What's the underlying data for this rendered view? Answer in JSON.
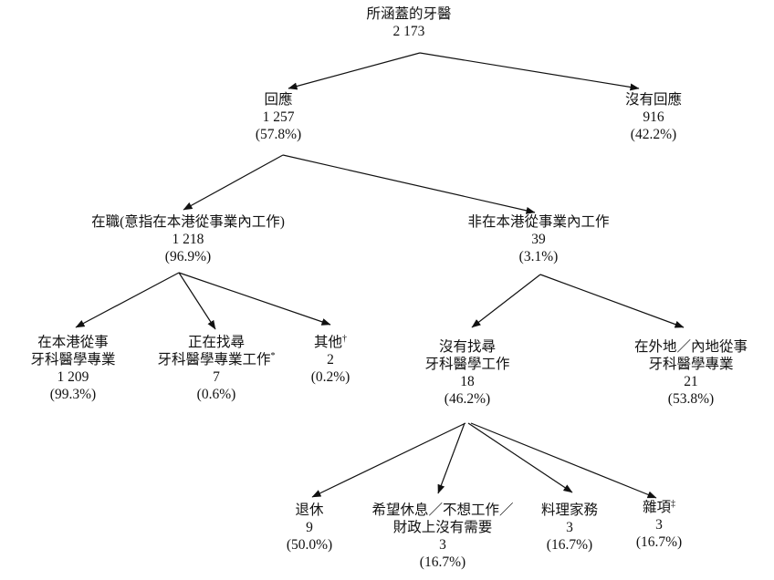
{
  "nodes": {
    "root": {
      "label": "所涵蓋的牙醫",
      "count": "2 173"
    },
    "responded": {
      "label": "回應",
      "count": "1 257",
      "percent": "(57.8%)"
    },
    "no_response": {
      "label": "沒有回應",
      "count": "916",
      "percent": "(42.2%)"
    },
    "working": {
      "label": "在職(意指在本港從事業內工作)",
      "count": "1 218",
      "percent": "(96.9%)"
    },
    "not_local": {
      "label": "非在本港從事業內工作",
      "count": "39",
      "percent": "(3.1%)"
    },
    "practising_local": {
      "label_line1": "在本港從事",
      "label_line2": "牙科醫學專業",
      "count": "1 209",
      "percent": "(99.3%)"
    },
    "seeking": {
      "label_line1": "正在找尋",
      "label_line2": "牙科醫學專業工作",
      "note_mark": "*",
      "count": "7",
      "percent": "(0.6%)"
    },
    "others": {
      "label": "其他",
      "note_mark": "†",
      "count": "2",
      "percent": "(0.2%)"
    },
    "not_seeking": {
      "label_line1": "沒有找尋",
      "label_line2": "牙科醫學工作",
      "count": "18",
      "percent": "(46.2%)"
    },
    "practising_elsewhere": {
      "label_line1": "在外地／內地從事",
      "label_line2": "牙科醫學專業",
      "count": "21",
      "percent": "(53.8%)"
    },
    "retired": {
      "label": "退休",
      "count": "9",
      "percent": "(50.0%)"
    },
    "rest_no_need": {
      "label_line1": "希望休息／不想工作／",
      "label_line2": "財政上沒有需要",
      "count": "3",
      "percent": "(16.7%)"
    },
    "housework": {
      "label": "料理家務",
      "count": "3",
      "percent": "(16.7%)"
    },
    "miscellaneous": {
      "label": "雜項",
      "note_mark": "‡",
      "count": "3",
      "percent": "(16.7%)"
    }
  },
  "edges": [
    {
      "from": "root",
      "to": "responded"
    },
    {
      "from": "root",
      "to": "no_response"
    },
    {
      "from": "responded",
      "to": "working"
    },
    {
      "from": "responded",
      "to": "not_local"
    },
    {
      "from": "working",
      "to": "practising_local"
    },
    {
      "from": "working",
      "to": "seeking"
    },
    {
      "from": "working",
      "to": "others"
    },
    {
      "from": "not_local",
      "to": "not_seeking"
    },
    {
      "from": "not_local",
      "to": "practising_elsewhere"
    },
    {
      "from": "not_seeking",
      "to": "retired"
    },
    {
      "from": "not_seeking",
      "to": "rest_no_need"
    },
    {
      "from": "not_seeking",
      "to": "housework"
    },
    {
      "from": "not_seeking",
      "to": "miscellaneous"
    }
  ],
  "colors": {
    "line": "#111111",
    "text": "#111111",
    "background": "#ffffff"
  }
}
